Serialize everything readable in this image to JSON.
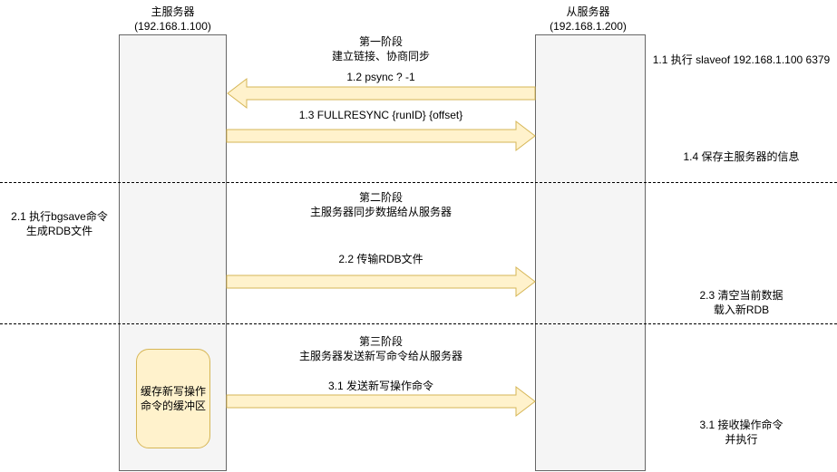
{
  "diagram": {
    "actors": {
      "master": {
        "name": "主服务器",
        "address": "(192.168.1.100)"
      },
      "slave": {
        "name": "从服务器",
        "address": "(192.168.1.200)"
      }
    },
    "phases": [
      {
        "title": "第一阶段",
        "subtitle": "建立链接、协商同步"
      },
      {
        "title": "第二阶段",
        "subtitle": "主服务器同步数据给从服务器"
      },
      {
        "title": "第三阶段",
        "subtitle": "主服务器发送新写命令给从服务器"
      }
    ],
    "messages": [
      {
        "label": "1.2 psync ? -1",
        "direction": "left"
      },
      {
        "label": "1.3 FULLRESYNC {runID} {offset}",
        "direction": "right"
      },
      {
        "label": "2.2 传输RDB文件",
        "direction": "right"
      },
      {
        "label": "3.1 发送新写操作命令",
        "direction": "right"
      }
    ],
    "notes": {
      "slave_exec": "1.1 执行 slaveof 192.168.1.100 6379",
      "slave_save": "1.4 保存主服务器的信息",
      "master_bgsave": {
        "line1": "2.1 执行bgsave命令",
        "line2": "生成RDB文件"
      },
      "slave_load": {
        "line1": "2.3 清空当前数据",
        "line2": "载入新RDB"
      },
      "slave_apply": {
        "line1": "3.1 接收操作命令",
        "line2": "并执行"
      }
    },
    "buffer_box": {
      "line1": "缓存新写操作",
      "line2": "命令的缓冲区"
    }
  },
  "colors": {
    "arrow_fill": "#fff2cc",
    "arrow_stroke": "#d6b656",
    "lifeline_fill": "#f5f5f5",
    "lifeline_stroke": "#666666"
  }
}
